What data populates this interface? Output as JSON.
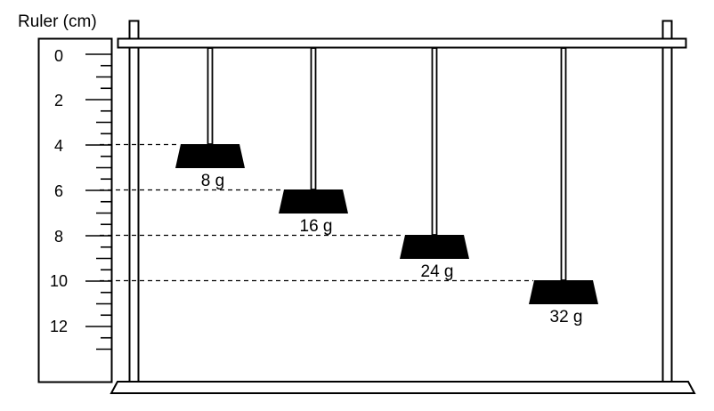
{
  "ruler": {
    "title": "Ruler (cm)",
    "marks": [
      "0",
      "2",
      "4",
      "6",
      "8",
      "10",
      "12"
    ]
  },
  "springs": [
    {
      "mass_label": "8 g",
      "extension_cm": 4
    },
    {
      "mass_label": "16 g",
      "extension_cm": 6
    },
    {
      "mass_label": "24 g",
      "extension_cm": 8
    },
    {
      "mass_label": "32 g",
      "extension_cm": 10
    }
  ]
}
